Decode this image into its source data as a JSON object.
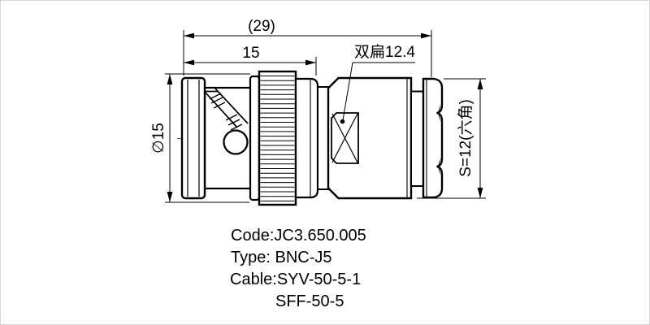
{
  "page": {
    "title": "BNC-J5 connector outline drawing",
    "background_color": "#ffffff",
    "line_color": "#000000",
    "centerline_color": "#555555",
    "border_color": "#d6d6d6"
  },
  "dimensions": {
    "overall_length_label": "(29)",
    "coupling_length_label": "15",
    "flat_width_label": "双扁12.4",
    "diameter_label": "∅15",
    "hex_label": "S=12(六角)"
  },
  "caption": {
    "code_line": "Code:JC3.650.005",
    "type_line": "Type: BNC-J5",
    "cable_line": "Cable:SYV-50-5-1",
    "cable_line2": "SFF-50-5"
  }
}
